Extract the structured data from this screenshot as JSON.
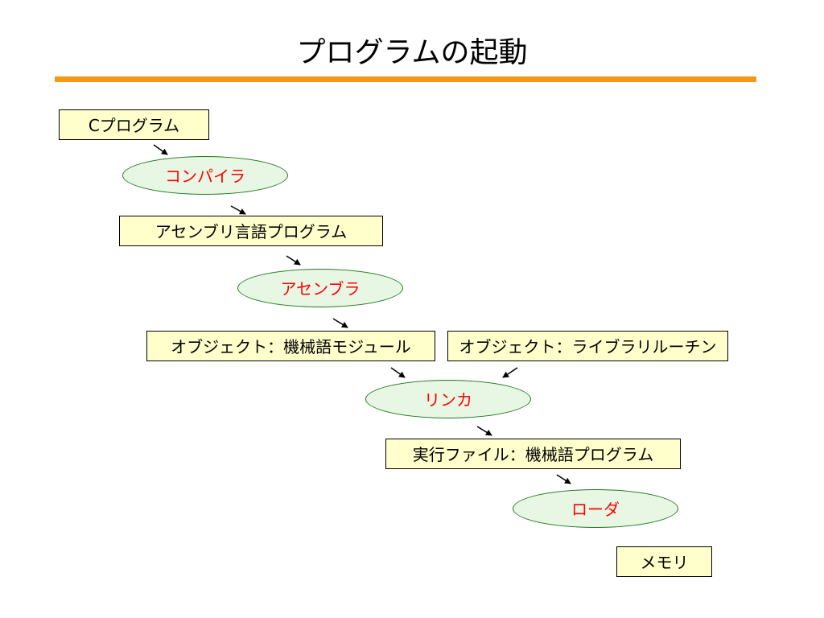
{
  "slide": {
    "title": "プログラムの起動"
  },
  "diagram": {
    "boxes": {
      "c_program": "Cプログラム",
      "assembly_program": "アセンブリ言語プログラム",
      "object_module": "オブジェクト：機械語モジュール",
      "object_library": "オブジェクト：ライブラリルーチン",
      "executable": "実行ファイル：機械語プログラム",
      "memory": "メモリ"
    },
    "tools": {
      "compiler": "コンパイラ",
      "assembler": "アセンブラ",
      "linker": "リンカ",
      "loader": "ローダ"
    }
  },
  "colors": {
    "title_rule": "#f39a12",
    "box_fill": "#ffffcc",
    "oval_fill": "#e8f6e4",
    "oval_border": "#1f7a1f",
    "tool_text": "#ff0000"
  }
}
